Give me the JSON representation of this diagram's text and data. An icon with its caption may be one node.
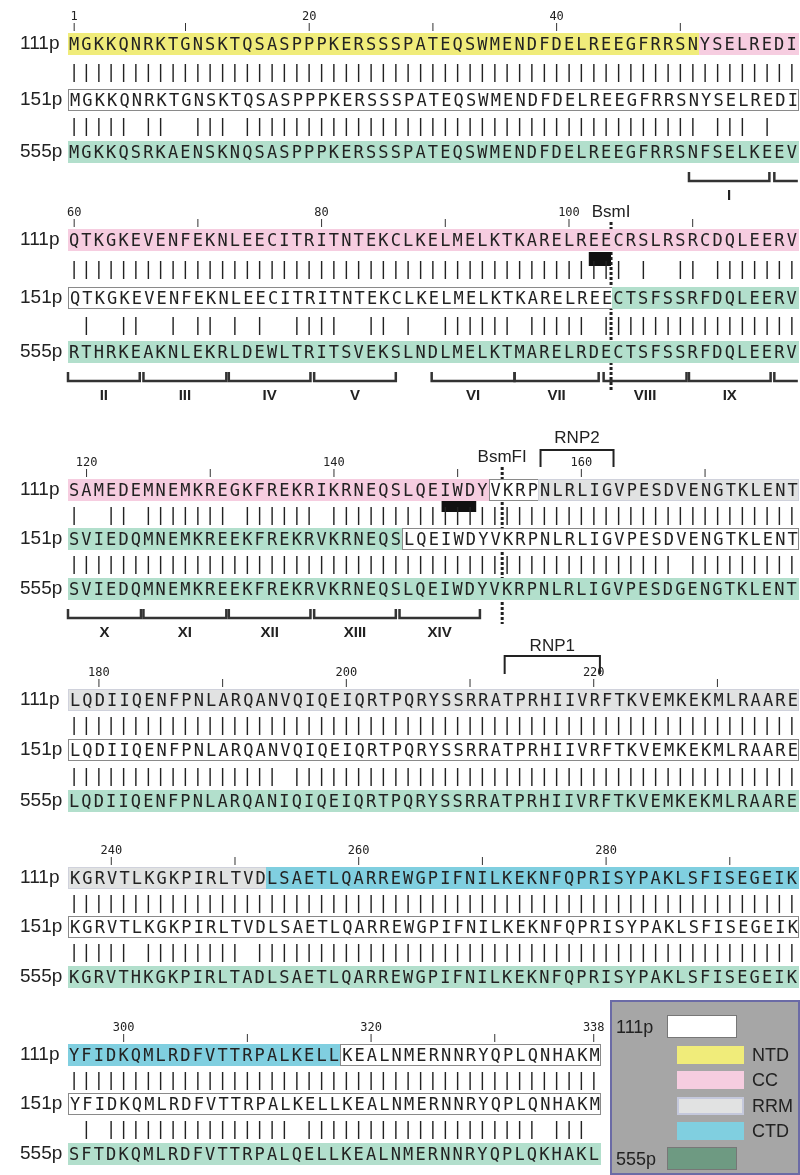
{
  "diagram": {
    "nodes": [
      {
        "text": [
          "MGKKQNRKTGNSKTQSASPPPKERSSSPATEQSWMENDFDELREEGFRRSN"
        ]
      },
      {
        "text": [
          "YSELREDI"
        ]
      },
      {
        "text": [
          "MGKKQNRKTGNSKTQSASPPPKERSSSPATEQSWMENDFDELREEGFRRSNYSELREDI"
        ]
      },
      {
        "text": [
          "MGKKQSRKAENSKNQSASPPPKERSSSPATEQSWMENDFDELREEGFRRSNFSELKEEV"
        ]
      },
      {
        "text": [
          "QTKGKEVENFEKNLEECITRITNTEKCLKELMELKTKARELREECRSLRSRCDQLEERV"
        ]
      },
      {
        "text": [
          "QTKGKEVENFEKNLEECITRITNTEKCLKELMELKTKARELREE"
        ]
      },
      {
        "text": [
          "CTSFSSRFDQLEERV"
        ]
      },
      {
        "text": [
          "RTHRKEAKNLEKRLDEWLTRITSVEKSLNDLMELKTMARELRDE"
        ]
      },
      {
        "text": [
          "CTSFSSRFDQLEERV"
        ]
      },
      {
        "text": [
          "SAMEDEMNEMKREGKFREKRIKRNEQSLQEIWDY"
        ]
      },
      {
        "text": [
          "VKRP"
        ]
      },
      {
        "text": [
          "NLRLIGVPESDVENGTKLENT"
        ]
      },
      {
        "text": [
          "SVIEDQMNEMKREEKFREKRVKRNEQS"
        ]
      },
      {
        "text": [
          "LQEIWDYVKRPNLRLIGVPESDVENGTKLENT"
        ]
      },
      {
        "text": [
          "SVIEDQMNEMKREEKFREKRVKRNEQS"
        ]
      },
      {
        "text": [
          "LQEIWDYVKRPNLRLIGVPESDGENGTKLENT"
        ]
      },
      {
        "text": [
          "LQDIIQENFPNLARQANVQIQEIQRTPQRYSSRRATPRHIIVRFTKVEMKEKMLRAARE"
        ]
      },
      {
        "text": [
          "LQDIIQENFPNLARQANVQIQEIQRTPQRYSSRRATPRHIIVRFTKVEMKEKMLRAARE"
        ]
      },
      {
        "text": [
          "LQDIIQENFPNLARQANIQIQEIQRTPQRYSSRRATPRHIIVRFTKVEMKEKMLRAARE"
        ]
      },
      {
        "text": [
          "KGRVTLKGKPIRLTVD"
        ]
      },
      {
        "text": [
          "LSAETLQARREWGPIFNILKEKNFQPRISYPAKLSFISEGEIK"
        ]
      },
      {
        "text": [
          "KGRVTLKGKPIRLTVDLSAETLQARREWGPIFNILKEKNFQPRISYPAKLSFISEGEIK"
        ]
      },
      {
        "text": [
          "KGRVTHKGKPIRLTADLSAETLQARREWGPIFNILKEKNFQPRISYPAKLSFISEGEIK"
        ]
      },
      {
        "text": [
          "YFIDKQMLRDFVTTRPALKELL"
        ]
      },
      {
        "text": [
          "KEALNMERNNRYQPLQNHAKM"
        ]
      },
      {
        "text": [
          "YFIDKQMLRDFVTTRPALKELLKEALNMERNNRYQPLQNHAKM"
        ]
      },
      {
        "text": [
          "SFTDKQMLRDFVTTRPALQELLKEALNMERNNRYQPLQKHAKL"
        ]
      }
    ],
    "labels": [
      "1",
      "20",
      "40",
      "111p",
      "|||||||||||||||||||||||||||||||||||||||||||||||||||||||||||",
      "151p",
      "||||| ||  ||| ||||||||||||||||||||||||||||||||||||| ||| |",
      "555p",
      "I",
      "60",
      "80",
      "100",
      "BsmI",
      "111p",
      "||||||||||||||||||||||||||||||||||||||||||||| |  || |||||||",
      "151p",
      " |  ||  | || | |  ||||  || |  |||||| ||||| ||||||||||||||||",
      "555p",
      "II",
      "III",
      "IV",
      "V",
      "VI",
      "VII",
      "VIII",
      "IX",
      "RNP2",
      "BsmFI",
      "120",
      "140",
      "160",
      "111p",
      "|  || ||||||| |||||| ||||||||||||||||||||||||||||||||||||||",
      "151p",
      "||||||||||||||||||||||||||||||||||||||||||||||||| |||||||||",
      "555p",
      "X",
      "XI",
      "XII",
      "XIII",
      "XIV",
      "RNP1",
      "180",
      "200",
      "220",
      "111p",
      "|||||||||||||||||||||||||||||||||||||||||||||||||||||||||||",
      "151p",
      "||||||||||||||||| |||||||||||||||||||||||||||||||||||||||||",
      "555p",
      "240",
      "260",
      "280",
      "111p",
      "|||||||||||||||||||||||||||||||||||||||||||||||||||||||||||",
      "151p",
      "||||| |||||||| ||||||||||||||||||||||||||||||||||||||||||||",
      "555p",
      "300",
      "320",
      "338",
      "111p",
      "|||||||||||||||||||||||||||||||||||||||||||",
      "151p",
      " | ||||||||||||||| ||||||||||||||||||| |||",
      "555p"
    ],
    "legend": [
      {
        "text": "111p",
        "color": "#ffffff"
      },
      {
        "text": "NTD",
        "color": "#f0ec7a"
      },
      {
        "text": "CC",
        "color": "#f6cde0"
      },
      {
        "text": "RRM",
        "color": "#e1e2e2"
      },
      {
        "text": "CTD",
        "color": "#80cfe0"
      },
      {
        "text": "555p",
        "color": "#6e9a82"
      }
    ]
  }
}
